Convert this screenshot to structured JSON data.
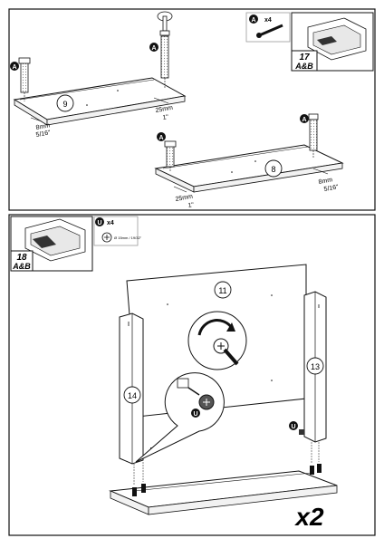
{
  "step17": {
    "number": "17",
    "variant": "A&B",
    "hardware_letter": "A",
    "hardware_qty": "x4"
  },
  "step18": {
    "number": "18",
    "variant": "A&B",
    "hardware_letter": "U",
    "hardware_qty": "x4",
    "cam_spec": "Ø 15mm / 19/32\""
  },
  "parts": {
    "p9": "9",
    "p8": "8",
    "p11": "11",
    "p13": "13",
    "p14": "14"
  },
  "dims": {
    "d8mm_a": "8mm",
    "d516_a": "5/16\"",
    "d25mm_a": "25mm",
    "d1_a": "1\"",
    "d25mm_b": "25mm",
    "d1_b": "1\"",
    "d8mm_b": "8mm",
    "d516_b": "5/16\""
  },
  "labels": {
    "fastener_a": "A",
    "cam_u": "U"
  },
  "multiplier": "x2"
}
